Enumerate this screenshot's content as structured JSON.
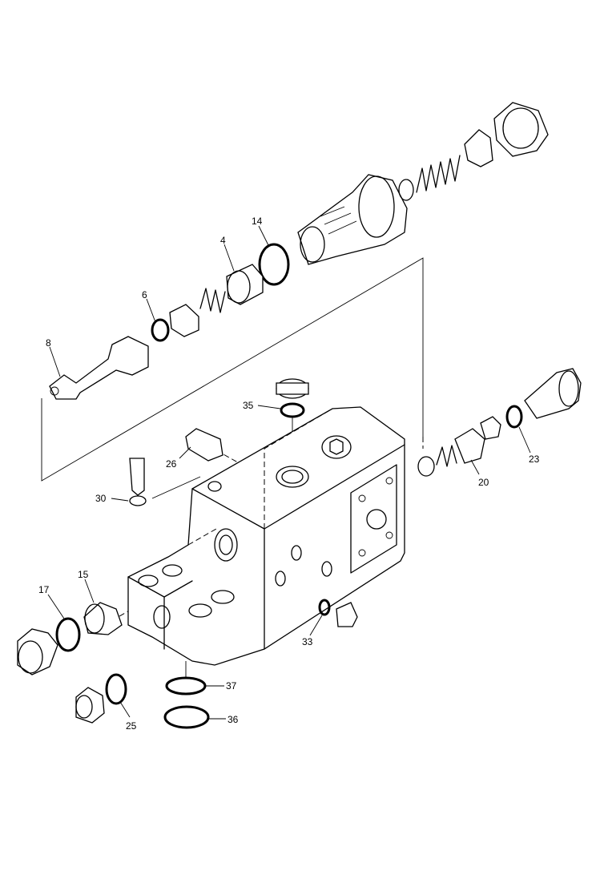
{
  "callouts": {
    "c14": "14",
    "c4": "4",
    "c6": "6",
    "c8": "8",
    "c35": "35",
    "c26": "26",
    "c23": "23",
    "c20": "20",
    "c30": "30",
    "c17": "17",
    "c15": "15",
    "c33": "33",
    "c37": "37",
    "c25": "25",
    "c36": "36"
  }
}
